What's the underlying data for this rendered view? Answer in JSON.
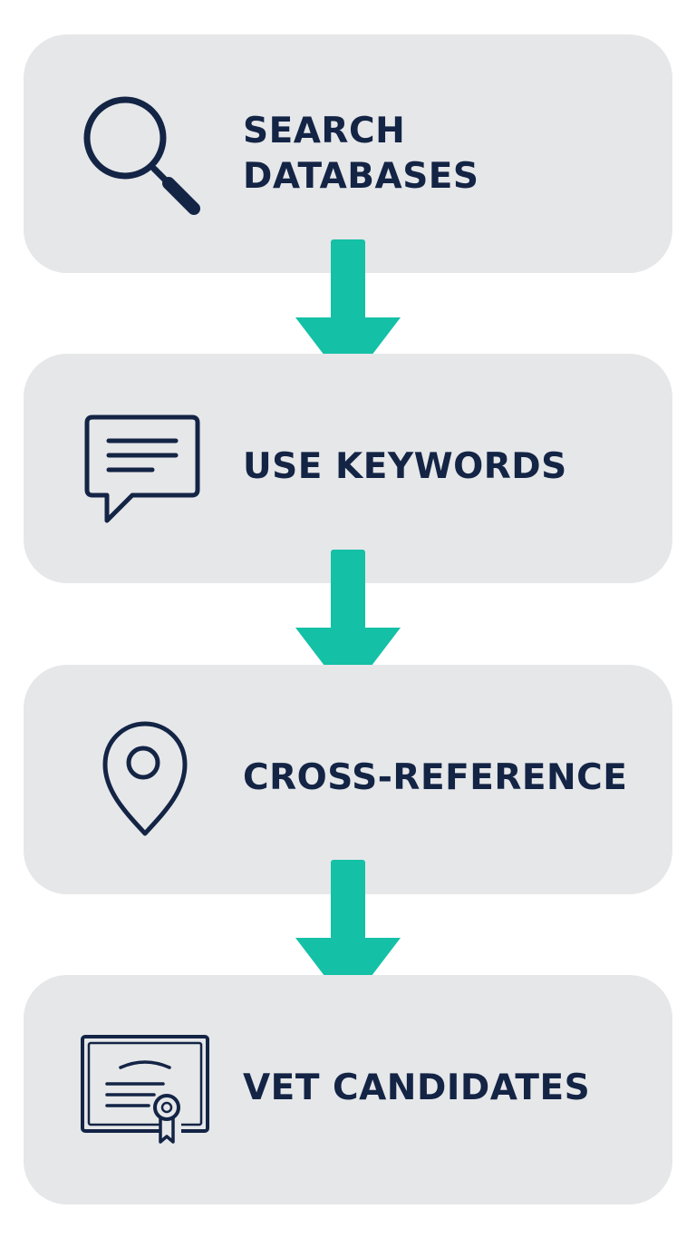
{
  "colors": {
    "card_background": "#e6e7e9",
    "text_and_icon": "#132445",
    "arrow": "#14c0a6",
    "page_background": "#ffffff"
  },
  "steps": [
    {
      "icon": "search-icon",
      "label_lines": [
        "SEARCH",
        "DATABASES"
      ]
    },
    {
      "icon": "message-icon",
      "label": "USE KEYWORDS"
    },
    {
      "icon": "location-pin-icon",
      "label": "CROSS-REFERENCE"
    },
    {
      "icon": "certificate-icon",
      "label": "VET CANDIDATES"
    }
  ]
}
